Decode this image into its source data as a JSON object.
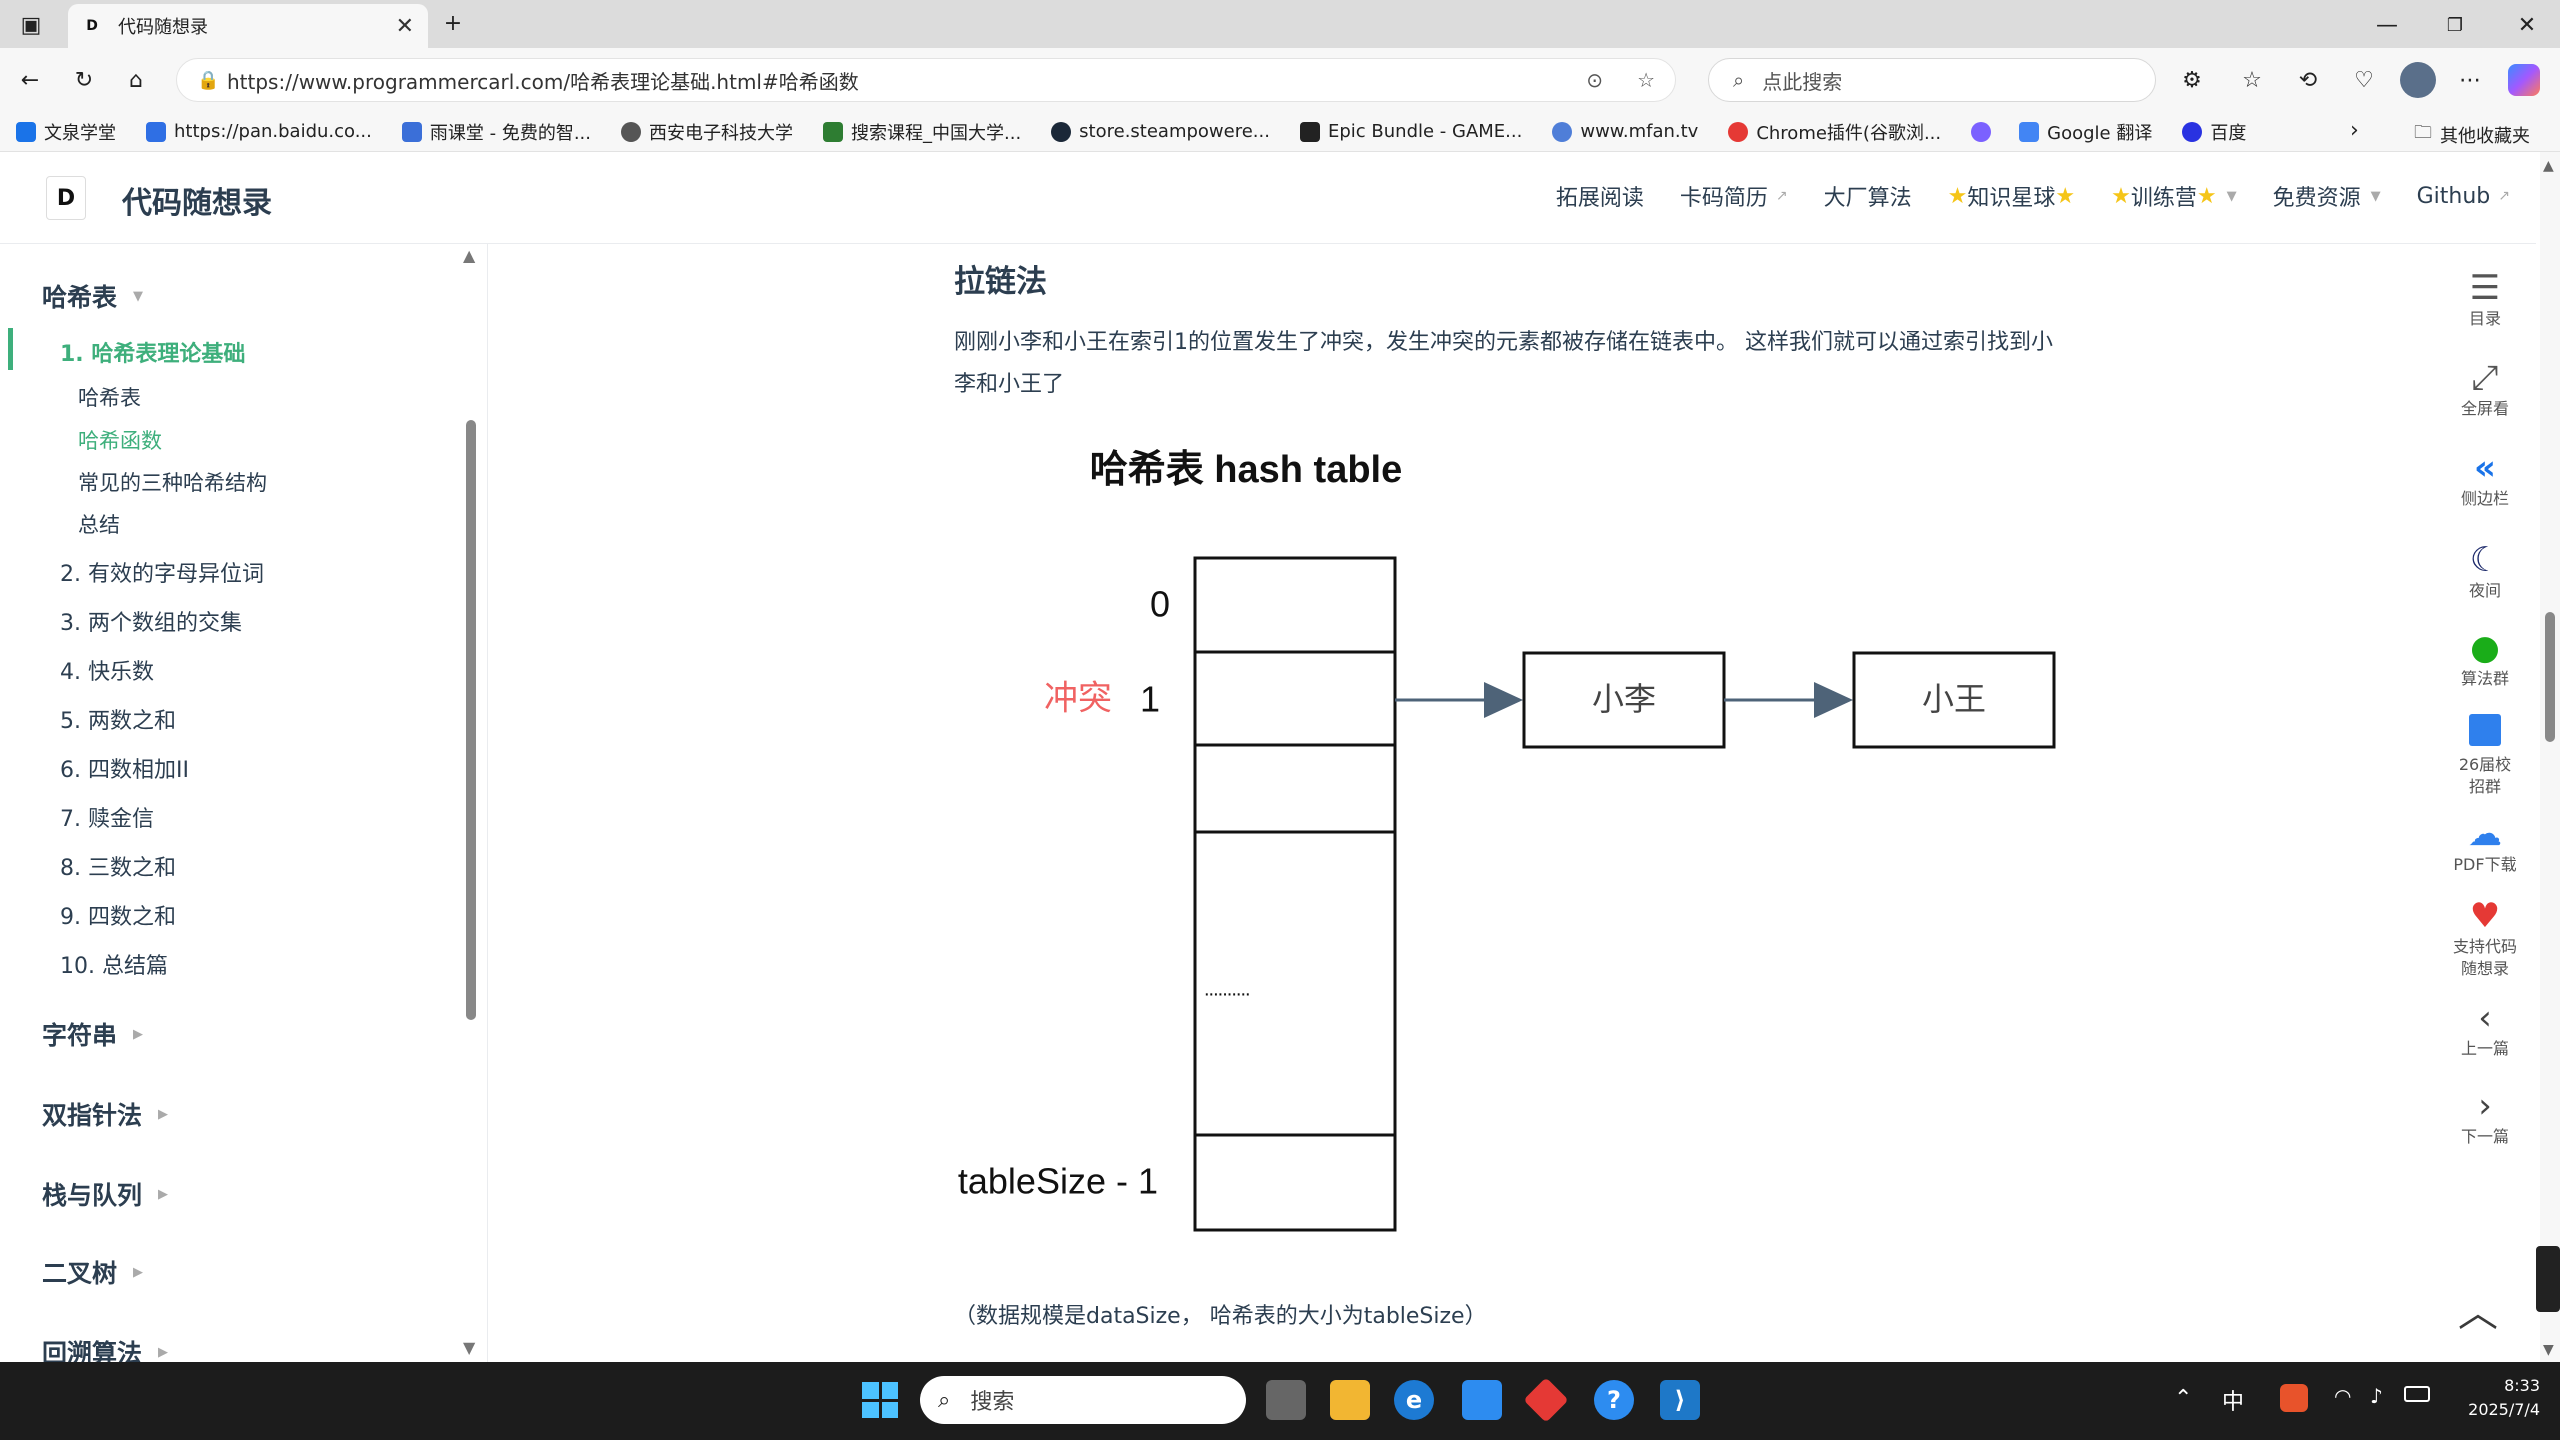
{
  "browser": {
    "tab_title": "代码随想录",
    "url": "https://www.programmercarl.com/哈希表理论基础.html#哈希函数",
    "search_placeholder": "点此搜索",
    "bookmarks": [
      {
        "label": "文泉学堂",
        "color": "#1a73e8"
      },
      {
        "label": "https://pan.baidu.co...",
        "color": "#2f6fe4"
      },
      {
        "label": "雨课堂 - 免费的智...",
        "color": "#3b6fd8"
      },
      {
        "label": "西安电子科技大学",
        "color": "#555555"
      },
      {
        "label": "搜索课程_中国大学...",
        "color": "#2e7d32"
      },
      {
        "label": "store.steampowere...",
        "color": "#1b2838"
      },
      {
        "label": "Epic Bundle - GAME...",
        "color": "#222222"
      },
      {
        "label": "www.mfan.tv",
        "color": "#4f7ed8"
      },
      {
        "label": "Chrome插件(谷歌浏...",
        "color": "#e53935"
      },
      {
        "label": "",
        "color": "#7b61ff"
      },
      {
        "label": "Google 翻译",
        "color": "#4285f4"
      },
      {
        "label": "百度",
        "color": "#2932e1"
      }
    ],
    "other_bookmarks": "其他收藏夹"
  },
  "site": {
    "logo_letter": "D",
    "name": "代码随想录",
    "nav": [
      {
        "label": "拓展阅读",
        "ext": false,
        "dd": false,
        "star": false
      },
      {
        "label": "卡码简历",
        "ext": true,
        "dd": false,
        "star": false
      },
      {
        "label": "大厂算法",
        "ext": false,
        "dd": false,
        "star": false
      },
      {
        "label": "知识星球",
        "ext": false,
        "dd": false,
        "star": true
      },
      {
        "label": "训练营",
        "ext": false,
        "dd": true,
        "star": true
      },
      {
        "label": "免费资源",
        "ext": false,
        "dd": true,
        "star": false
      },
      {
        "label": "Github",
        "ext": true,
        "dd": false,
        "star": false
      }
    ]
  },
  "sidebar": {
    "groups": [
      {
        "label": "哈希表",
        "expanded": true
      },
      {
        "label": "字符串",
        "expanded": false
      },
      {
        "label": "双指针法",
        "expanded": false
      },
      {
        "label": "栈与队列",
        "expanded": false
      },
      {
        "label": "二叉树",
        "expanded": false
      },
      {
        "label": "回溯算法",
        "expanded": false
      }
    ],
    "items": [
      "1. 哈希表理论基础",
      "2. 有效的字母异位词",
      "3. 两个数组的交集",
      "4. 快乐数",
      "5. 两数之和",
      "6. 四数相加II",
      "7. 赎金信",
      "8. 三数之和",
      "9. 四数之和",
      "10. 总结篇"
    ],
    "subitems": [
      "哈希表",
      "哈希函数",
      "常见的三种哈希结构",
      "总结"
    ],
    "active_item": "1. 哈希表理论基础",
    "active_subitem": "哈希函数"
  },
  "content": {
    "heading": "拉链法",
    "paragraph": "刚刚小李和小王在索引1的位置发生了冲突，发生冲突的元素都被存储在链表中。 这样我们就可以通过索引找到小李和小王了",
    "diagram": {
      "title": "哈希表 hash table",
      "index0": "0",
      "index1": "1",
      "conflict": "冲突",
      "last_index": "tableSize - 1",
      "dots": "..........",
      "node1": "小李",
      "node2": "小王"
    },
    "caption": "（数据规模是dataSize， 哈希表的大小为tableSize）"
  },
  "tools": [
    {
      "label": "目录",
      "icon": "list-icon"
    },
    {
      "label": "全屏看",
      "icon": "fullscreen-icon"
    },
    {
      "label": "侧边栏",
      "icon": "sidebar-icon"
    },
    {
      "label": "夜间",
      "icon": "moon-icon"
    },
    {
      "label": "算法群",
      "icon": "wechat-icon"
    },
    {
      "label": "26届校招群",
      "icon": "group-icon"
    },
    {
      "label": "PDF下载",
      "icon": "cloud-download-icon"
    },
    {
      "label": "支持代码随想录",
      "icon": "heart-icon"
    },
    {
      "label": "上一篇",
      "icon": "chevron-left-icon"
    },
    {
      "label": "下一篇",
      "icon": "chevron-right-icon"
    }
  ],
  "taskbar": {
    "search_placeholder": "搜索",
    "ime": "中",
    "time": "8:33",
    "date": "2025/7/4"
  }
}
